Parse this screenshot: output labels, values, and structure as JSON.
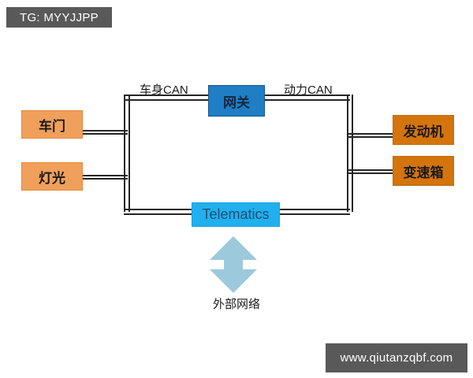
{
  "watermarks": {
    "top_left": "TG: MYYJJPP",
    "bottom_right": "www.qiutanzqbf.com"
  },
  "diagram": {
    "title": "",
    "nodes": {
      "door": {
        "label": "车门",
        "role": "body-network-ecu"
      },
      "light": {
        "label": "灯光",
        "role": "body-network-ecu"
      },
      "engine": {
        "label": "发动机",
        "role": "powertrain-ecu"
      },
      "transmission": {
        "label": "变速箱",
        "role": "powertrain-ecu"
      },
      "gateway": {
        "label": "网关",
        "role": "gateway"
      },
      "telematics": {
        "label": "Telematics",
        "role": "telematics-unit"
      },
      "external": {
        "label": "外部网络",
        "role": "external-network"
      }
    },
    "bus_labels": {
      "body_can": "车身CAN",
      "powertrain_can": "动力CAN"
    },
    "colors": {
      "body_node_fill": "#F0A05A",
      "body_node_border": "#E08B3C",
      "powertrain_node_fill": "#D4740D",
      "powertrain_node_border": "#C06A0A",
      "gateway_fill": "#1F7EC4",
      "gateway_border": "#17558C",
      "telematics_fill": "#21B0EE",
      "telematics_border": "#16A0DC",
      "arrow_fill": "#9CC9DC",
      "bus_line": "#262626",
      "watermark_bg": "#595959",
      "background": "#FFFFFF"
    }
  }
}
